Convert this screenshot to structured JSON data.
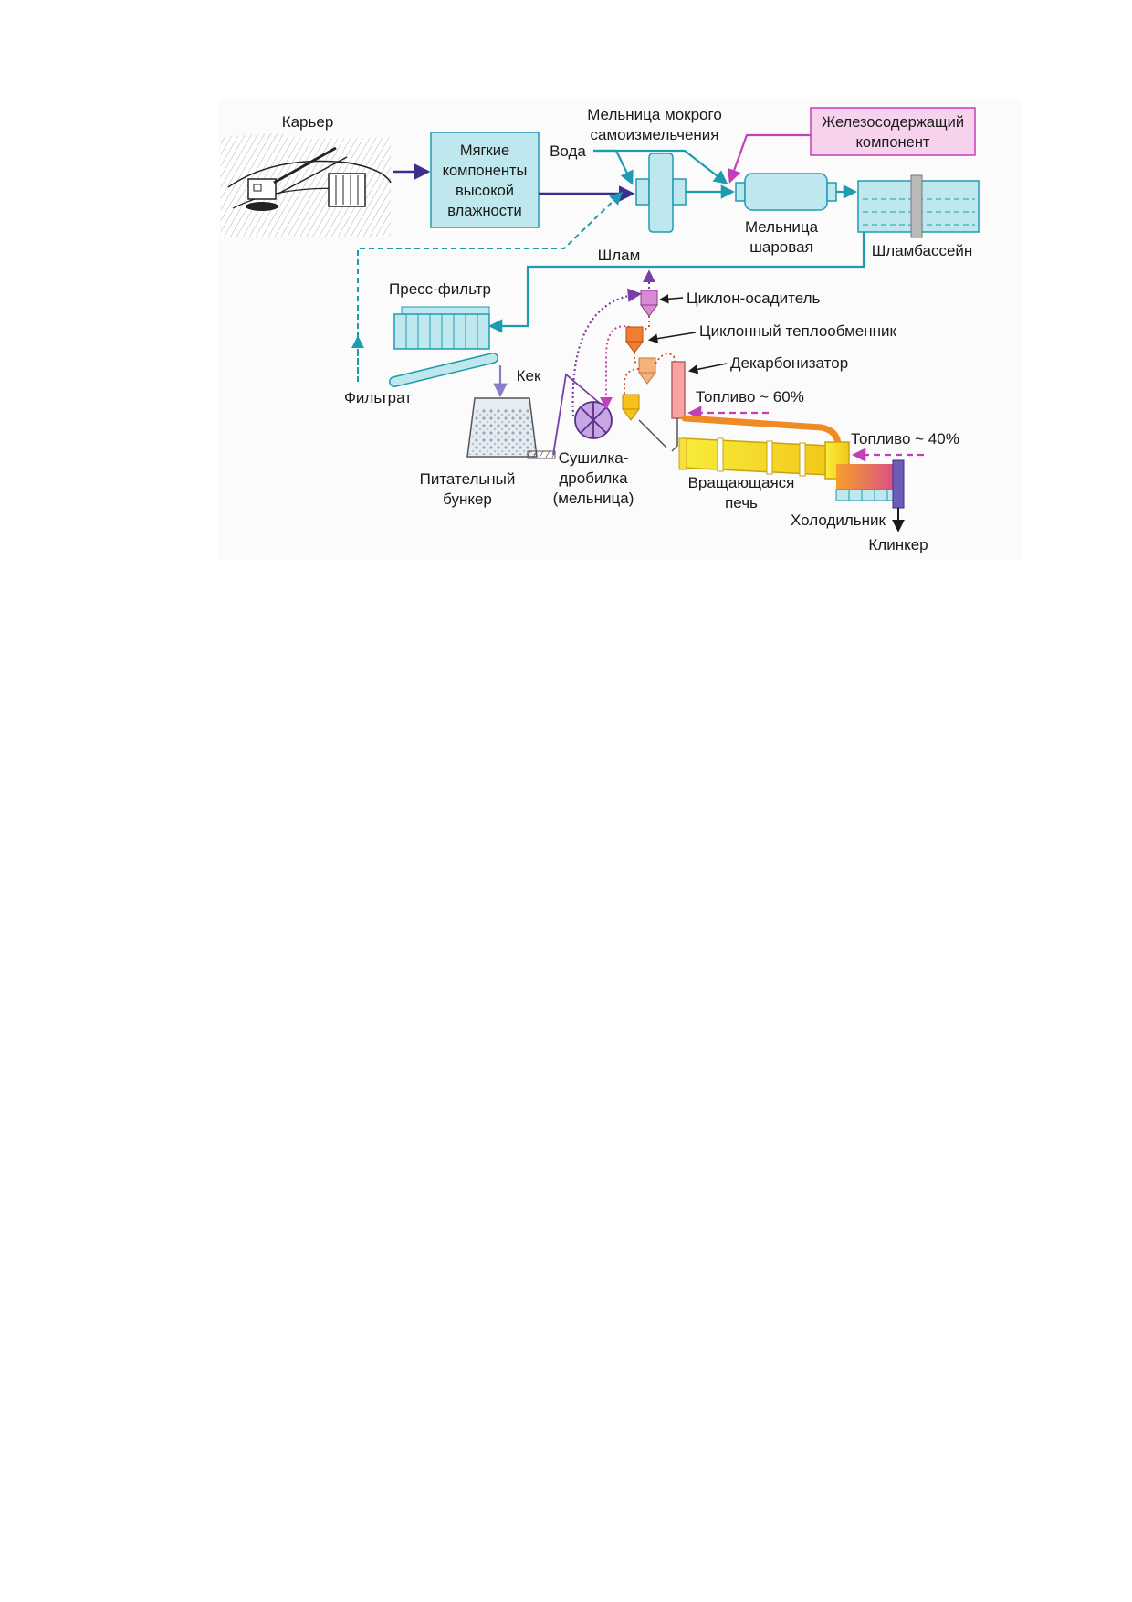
{
  "labels": {
    "quarry": "Карьер",
    "soft_box": [
      "Мягкие",
      "компоненты",
      "высокой",
      "влажности"
    ],
    "water": "Вода",
    "wet_mill": [
      "Мельница мокрого",
      "самоизмельчения"
    ],
    "iron_box": [
      "Железосодержащий",
      "компонент"
    ],
    "ball_mill": [
      "Мельница",
      "шаровая"
    ],
    "slurry_pool": "Шламбассейн",
    "slurry": "Шлам",
    "press_filter": "Пресс-фильтр",
    "filtrate": "Фильтрат",
    "cake": "Кек",
    "feed_bunker": [
      "Питательный",
      "бункер"
    ],
    "dryer": [
      "Сушилка-",
      "дробилка",
      "(мельница)"
    ],
    "cyclone_settler": "Циклон-осадитель",
    "cyclone_hx": "Циклонный теплообменник",
    "decarbonizer": "Декарбонизатор",
    "fuel_60": "Топливо ~ 60%",
    "fuel_40": "Топливо ~ 40%",
    "kiln": [
      "Вращающаяся",
      "печь"
    ],
    "cooler": "Холодильник",
    "clinker": "Клинкер"
  },
  "colors": {
    "cyan_box": "#bfe8ee",
    "cyan_line": "#1e9bb0",
    "navy_line": "#3a2f8c",
    "pink_box": "#f6d2ec",
    "magenta": "#c23fb8",
    "purple": "#7a3ea8",
    "orange": "#f08a24",
    "yellow": "#f6e21e",
    "salmon": "#f4a3a0"
  }
}
